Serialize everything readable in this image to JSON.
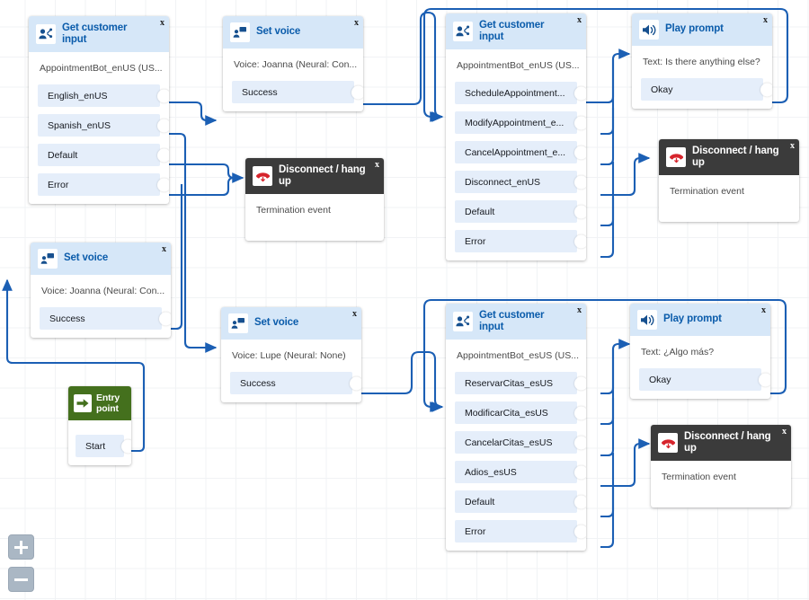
{
  "canvas": {
    "background_color": "#ffffff",
    "grid_color": "#f1f3f5",
    "wire_color": "#1b5fb4"
  },
  "zoom_controls": {
    "zoom_in_label": "+",
    "zoom_in_name": "plus-icon",
    "zoom_out_label": "–",
    "zoom_out_name": "minus-icon"
  },
  "close_label": "x",
  "nodes": [
    {
      "id": "get-input-lang",
      "type": "Get customer input",
      "icon": "get-customer-input-icon",
      "header_style": "light",
      "title": "Get customer input",
      "subtitle": "AppointmentBot_enUS (US...",
      "ports": [
        "English_enUS",
        "Spanish_enUS",
        "Default",
        "Error"
      ]
    },
    {
      "id": "set-voice-joanna-top",
      "type": "Set voice",
      "icon": "set-voice-icon",
      "header_style": "light",
      "title": "Set voice",
      "subtitle": "Voice: Joanna (Neural: Con...",
      "ports": [
        "Success"
      ]
    },
    {
      "id": "get-input-enus",
      "type": "Get customer input",
      "icon": "get-customer-input-icon",
      "header_style": "light",
      "title": "Get customer input",
      "subtitle": "AppointmentBot_enUS (US...",
      "ports": [
        "ScheduleAppointment...",
        "ModifyAppointment_e...",
        "CancelAppointment_e...",
        "Disconnect_enUS",
        "Default",
        "Error"
      ]
    },
    {
      "id": "play-prompt-en",
      "type": "Play prompt",
      "icon": "play-prompt-icon",
      "header_style": "light",
      "title": "Play prompt",
      "subtitle": "Text: Is there anything else?",
      "ports": [
        "Okay"
      ]
    },
    {
      "id": "disconnect-mid",
      "type": "Disconnect / hang up",
      "icon": "disconnect-hangup-icon",
      "header_style": "dark",
      "title": "Disconnect / hang up",
      "subtitle": "Termination event",
      "ports": []
    },
    {
      "id": "disconnect-en",
      "type": "Disconnect / hang up",
      "icon": "disconnect-hangup-icon",
      "header_style": "dark",
      "title": "Disconnect / hang up",
      "subtitle": "Termination event",
      "ports": []
    },
    {
      "id": "set-voice-joanna-bottom",
      "type": "Set voice",
      "icon": "set-voice-icon",
      "header_style": "light",
      "title": "Set voice",
      "subtitle": "Voice: Joanna (Neural: Con...",
      "ports": [
        "Success"
      ]
    },
    {
      "id": "set-voice-lupe",
      "type": "Set voice",
      "icon": "set-voice-icon",
      "header_style": "light",
      "title": "Set voice",
      "subtitle": "Voice: Lupe (Neural: None)",
      "ports": [
        "Success"
      ]
    },
    {
      "id": "entry-point",
      "type": "Entry point",
      "icon": "entry-point-arrow-icon",
      "header_style": "green",
      "title": "Entry point",
      "subtitle": "",
      "ports": [
        "Start"
      ]
    },
    {
      "id": "get-input-esus",
      "type": "Get customer input",
      "icon": "get-customer-input-icon",
      "header_style": "light",
      "title": "Get customer input",
      "subtitle": "AppointmentBot_esUS (US...",
      "ports": [
        "ReservarCitas_esUS",
        "ModificarCita_esUS",
        "CancelarCitas_esUS",
        "Adios_esUS",
        "Default",
        "Error"
      ]
    },
    {
      "id": "play-prompt-es",
      "type": "Play prompt",
      "icon": "play-prompt-icon",
      "header_style": "light",
      "title": "Play prompt",
      "subtitle": "Text: ¿Algo más?",
      "ports": [
        "Okay"
      ]
    },
    {
      "id": "disconnect-es",
      "type": "Disconnect / hang up",
      "icon": "disconnect-hangup-icon",
      "header_style": "dark",
      "title": "Disconnect / hang up",
      "subtitle": "Termination event",
      "ports": []
    }
  ]
}
